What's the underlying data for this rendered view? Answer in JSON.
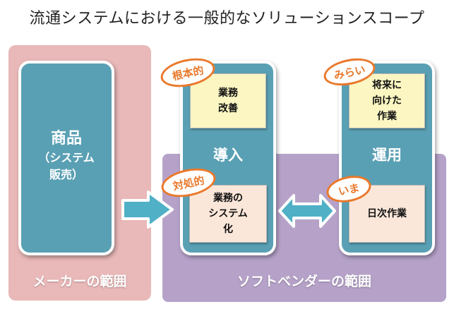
{
  "title": "流通システムにおける一般的なソリューションスコープ",
  "maker": {
    "region_label": "メーカーの範囲",
    "product_title": "商品",
    "product_sub_1": "（システム",
    "product_sub_2": "販売）"
  },
  "vendor": {
    "region_label": "ソフトベンダーの範囲"
  },
  "intro": {
    "title": "導入",
    "top_note_1": "業務",
    "top_note_2": "改善",
    "top_badge": "根本的",
    "bottom_note_1": "業務の",
    "bottom_note_2": "システム",
    "bottom_note_3": "化",
    "bottom_badge": "対処的"
  },
  "ops": {
    "title": "運用",
    "top_note_1": "将来に",
    "top_note_2": "向けた",
    "top_note_3": "作業",
    "top_badge": "みらい",
    "bottom_note": "日次作業",
    "bottom_badge": "いま"
  },
  "colors": {
    "teal": "#5aa0b4",
    "maker_region": "#e9b8b8",
    "vendor_region": "#b6a2c9",
    "badge_orange": "#e9792c",
    "arrow": "#4fb0c6"
  }
}
